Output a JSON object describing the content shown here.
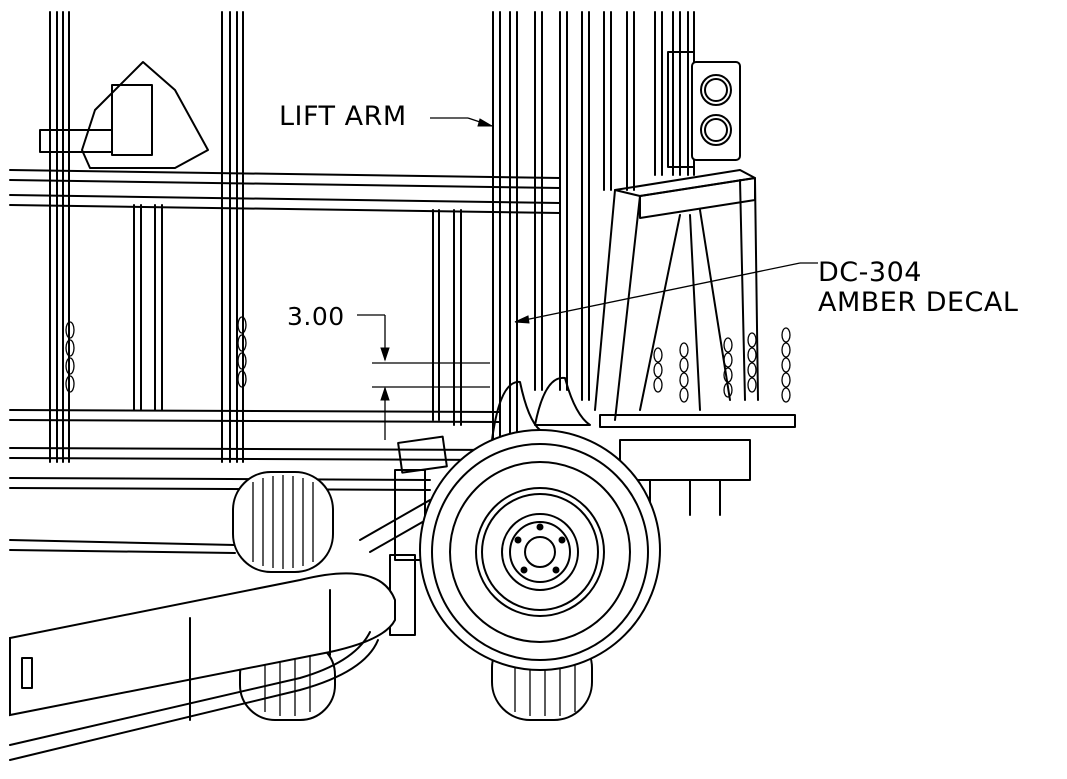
{
  "labels": {
    "lift_arm": "LIFT ARM",
    "decal_part": "DC-304",
    "decal_name": "AMBER DECAL",
    "dimension": "3.00"
  }
}
